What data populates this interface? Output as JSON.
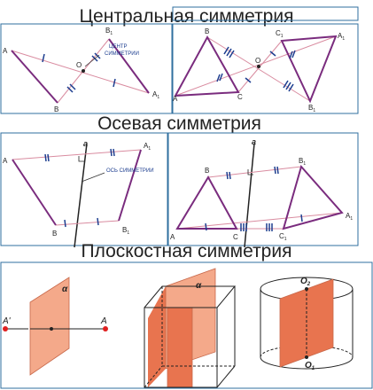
{
  "titles": {
    "central": "Центральная симметрия",
    "axial": "Осевая симметрия",
    "planar": "Плоскостная симметрия"
  },
  "central_segment": {
    "A": "A",
    "A1": "A",
    "A1_sub": "1",
    "B": "B",
    "B1": "B",
    "B1_sub": "1",
    "O": "O",
    "center_line1": "ЦЕНТР",
    "center_line2": "СИММЕТРИИ"
  },
  "central_triangles": {
    "A": "A",
    "B": "B",
    "C": "C",
    "O": "O",
    "A1": "A",
    "A1_sub": "1",
    "B1": "B",
    "B1_sub": "1",
    "C1": "C",
    "C1_sub": "1"
  },
  "axial_segment": {
    "axis": "a",
    "A": "A",
    "B": "B",
    "A1": "A",
    "A1_sub": "1",
    "B1": "B",
    "B1_sub": "1",
    "axis_label": "ОСЬ СИММЕТРИИ"
  },
  "axial_triangles": {
    "axis": "a",
    "A": "A",
    "B": "B",
    "C": "C",
    "A1": "A",
    "A1_sub": "1",
    "B1": "B",
    "B1_sub": "1",
    "C1": "C",
    "C1_sub": "1"
  },
  "planar": {
    "alpha1": "α",
    "A_prime": "A'",
    "A": "A",
    "alpha2": "α",
    "O2": "O",
    "O2_sub": "2",
    "O1": "O",
    "O1_sub": "1"
  },
  "colors": {
    "frame": "#2f6f9f",
    "figure": "#7a2c7e",
    "tick": "#1c3d8f",
    "guide": "#d98ca0",
    "plane": "#f4a98a",
    "plane_dark": "#e8744f",
    "point": "#e02020"
  }
}
